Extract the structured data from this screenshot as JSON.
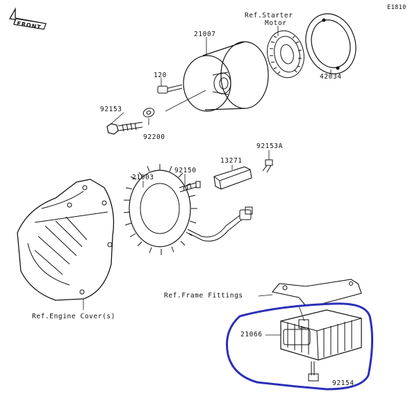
{
  "diagram": {
    "code": "E1810",
    "front_label": "FRONT",
    "parts": [
      {
        "id": "starter_ref",
        "number": "Ref.Starter",
        "sub": "Motor"
      },
      {
        "id": "flywheel",
        "number": "21007"
      },
      {
        "id": "bearing_ring",
        "number": "42034"
      },
      {
        "id": "bolt_120",
        "number": "120"
      },
      {
        "id": "bolt_92153",
        "number": "92153"
      },
      {
        "id": "washer_92200",
        "number": "92200"
      },
      {
        "id": "screw_92153a",
        "number": "92153A"
      },
      {
        "id": "cover_13271",
        "number": "13271"
      },
      {
        "id": "stator_21003",
        "number": "21003"
      },
      {
        "id": "bolt_92150",
        "number": "92150"
      },
      {
        "id": "frame_ref",
        "number": "Ref.Frame Fittings"
      },
      {
        "id": "regulator_21066",
        "number": "21066"
      },
      {
        "id": "bolt_92154",
        "number": "92154"
      },
      {
        "id": "engine_cover_ref",
        "number": "Ref.Engine Cover(s)"
      }
    ],
    "highlight_color": "#2b2fb8"
  }
}
